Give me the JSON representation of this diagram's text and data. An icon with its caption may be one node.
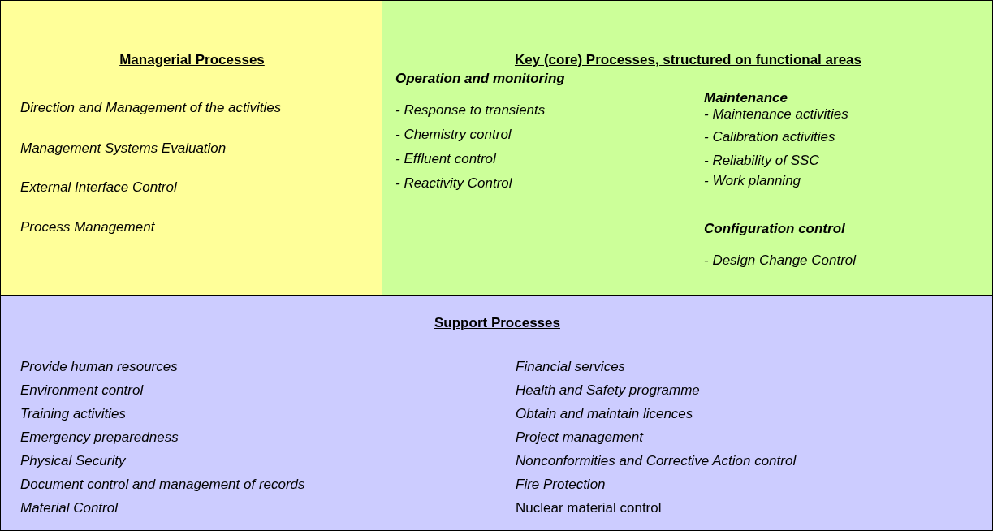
{
  "diagram": {
    "nodes": [
      {
        "text": [
          "Managerial Processes",
          "Direction and Management of the activities",
          "Management Systems Evaluation",
          "External Interface Control",
          "Process Management"
        ]
      },
      {
        "text": [
          "Key (core) Processes, structured on functional areas",
          "Operation and monitoring",
          "- Response to transients",
          "- Chemistry control",
          "- Effluent control",
          "- Reactivity Control",
          "Maintenance",
          "-  Maintenance activities",
          "-  Calibration activities",
          "- Reliability of SSC",
          "- Work planning",
          "Configuration control",
          "-   Design Change Control"
        ]
      },
      {
        "text": [
          "Support Processes",
          "Provide human resources",
          "Environment control",
          "Training activities",
          "Emergency preparedness",
          "Physical Security",
          "Document control and management of records",
          "Material Control",
          "Financial services",
          "Health and Safety programme",
          "Obtain and maintain licences",
          "Project management",
          "Nonconformities and Corrective Action control",
          "Fire Protection",
          "Nuclear material control"
        ]
      }
    ]
  }
}
